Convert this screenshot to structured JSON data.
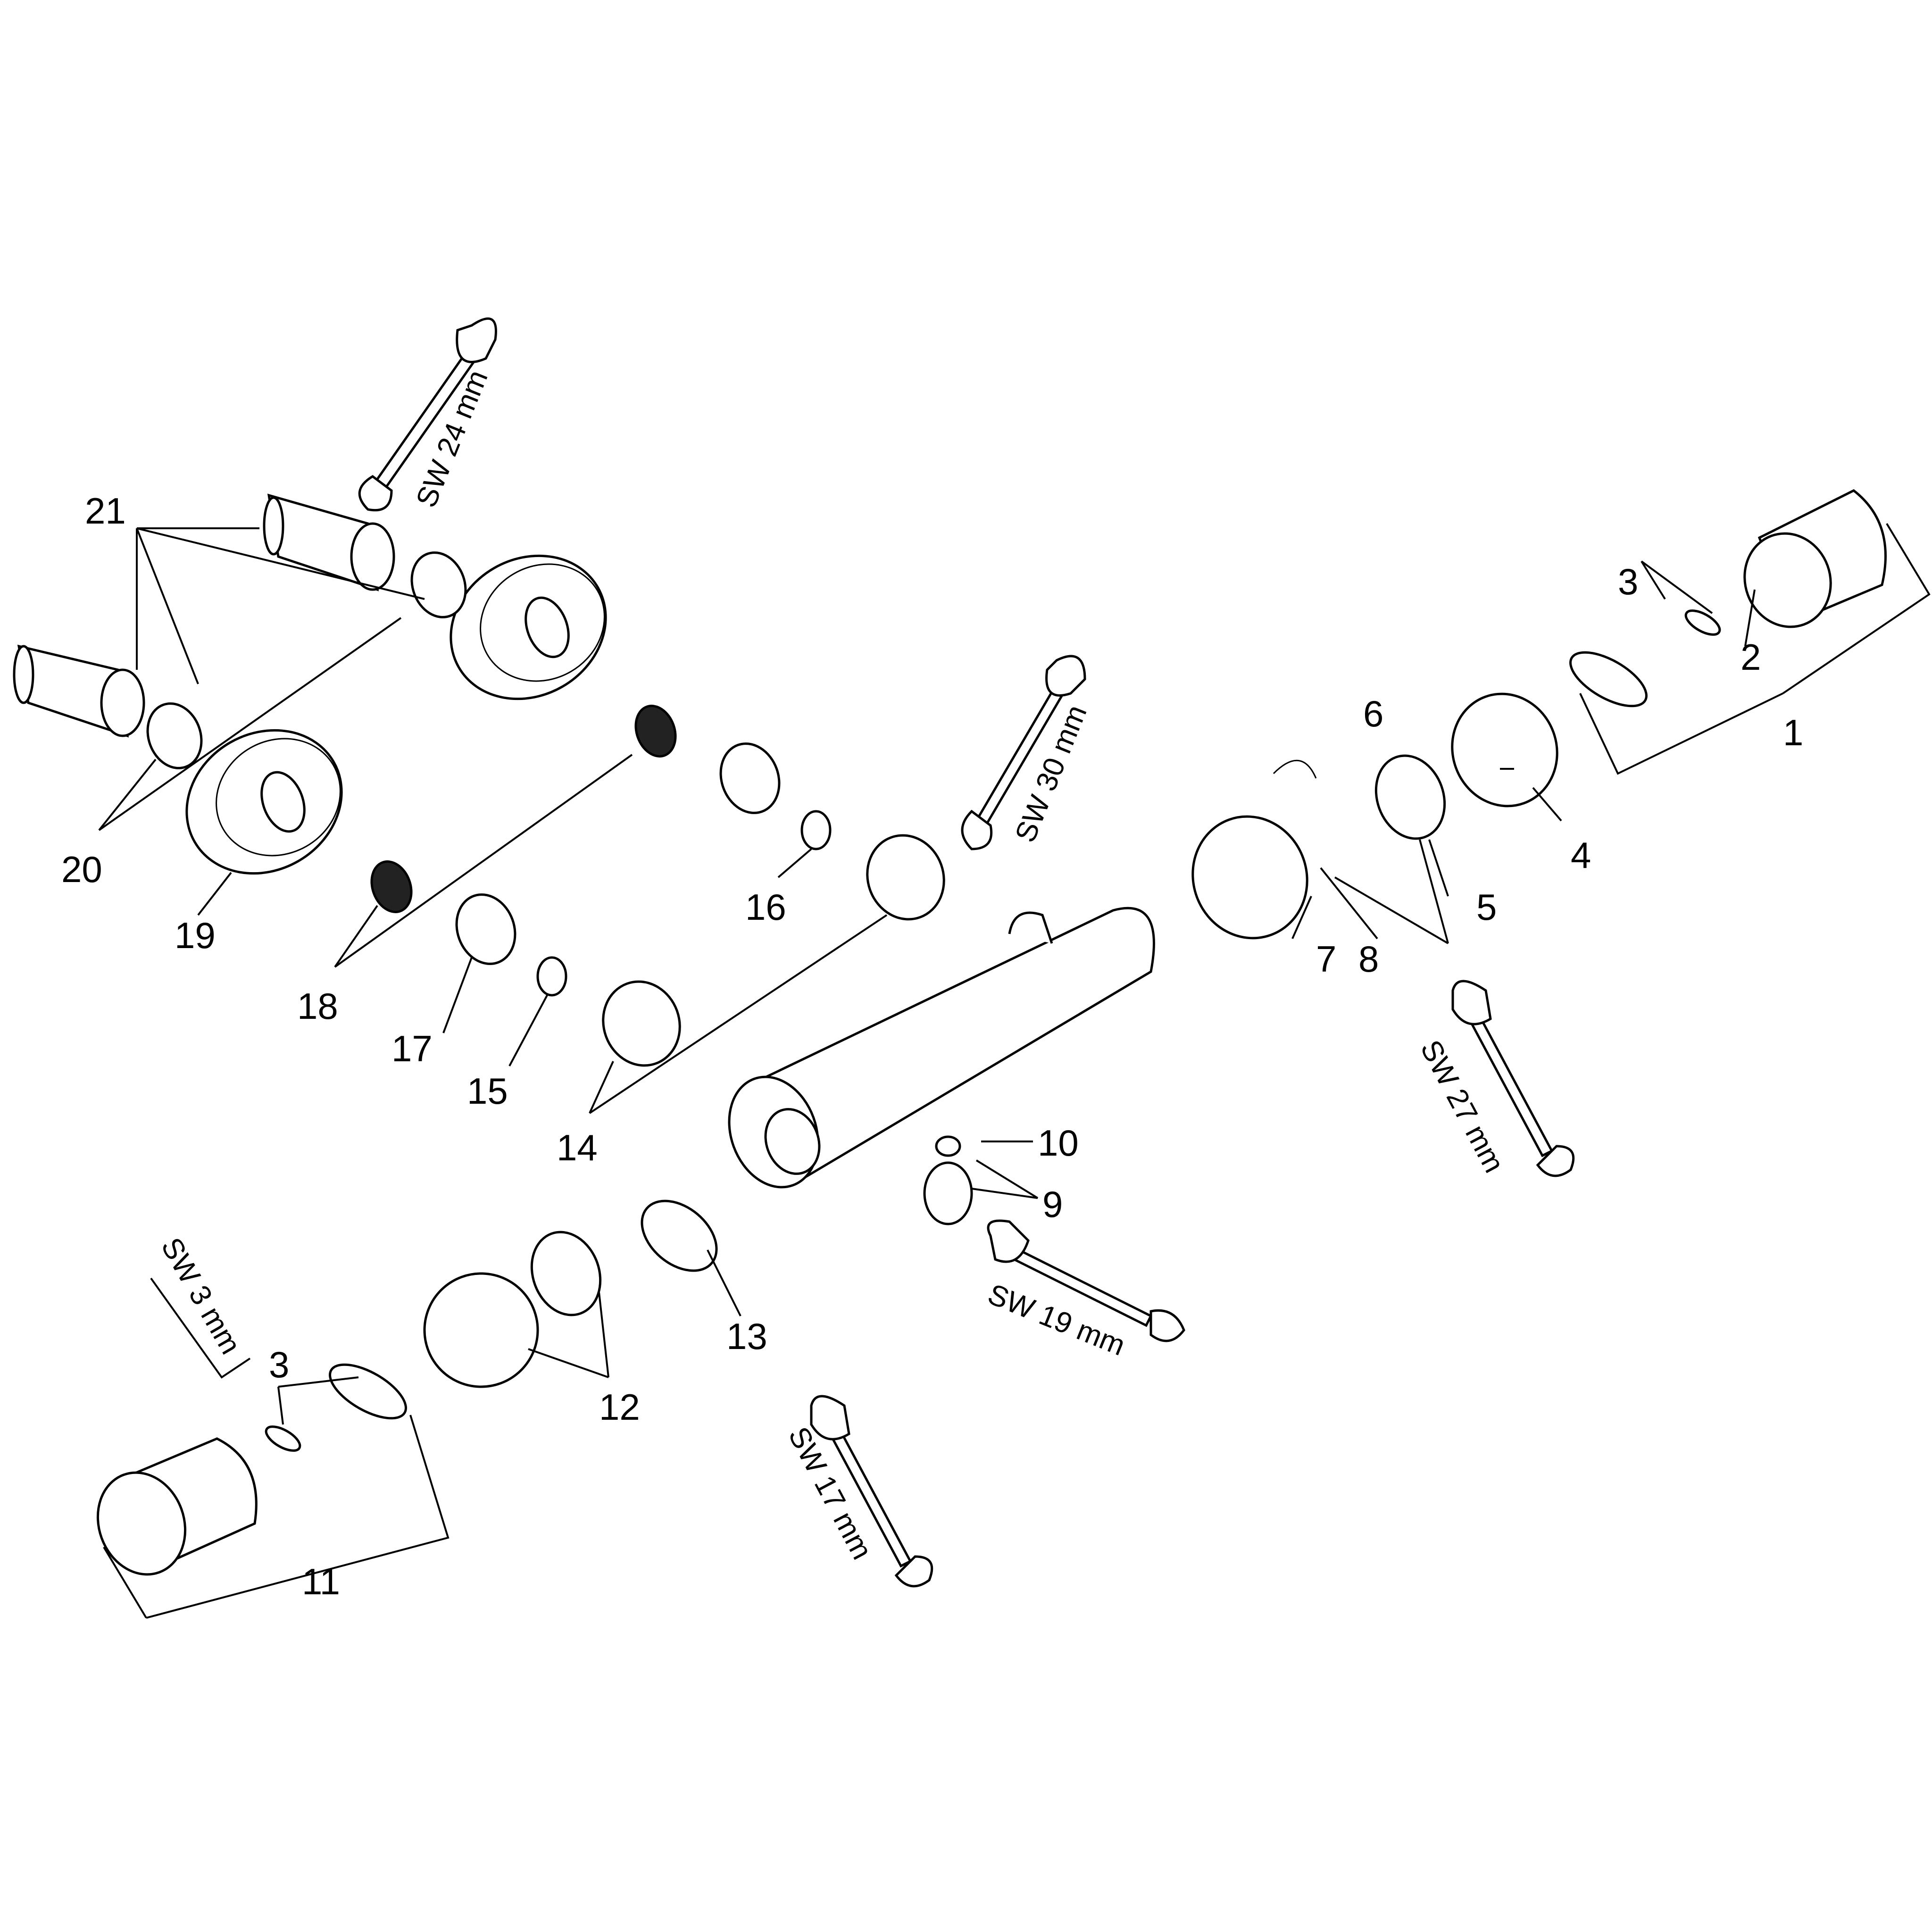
{
  "callouts": {
    "c1": "1",
    "c2": "2",
    "c3a": "3",
    "c3b": "3",
    "c4": "4",
    "c5": "5",
    "c6": "6",
    "c7": "7",
    "c8": "8",
    "c9": "9",
    "c10": "10",
    "c11": "11",
    "c12": "12",
    "c13": "13",
    "c14": "14",
    "c15": "15",
    "c16": "16",
    "c17": "17",
    "c18": "18",
    "c19": "19",
    "c20": "20",
    "c21": "21"
  },
  "tools": {
    "sw24": "SW 24 mm",
    "sw30": "SW 30 mm",
    "sw27": "SW 27 mm",
    "sw19": "SW 19 mm",
    "sw17": "SW 17 mm",
    "sw3": "SW 3 mm"
  }
}
